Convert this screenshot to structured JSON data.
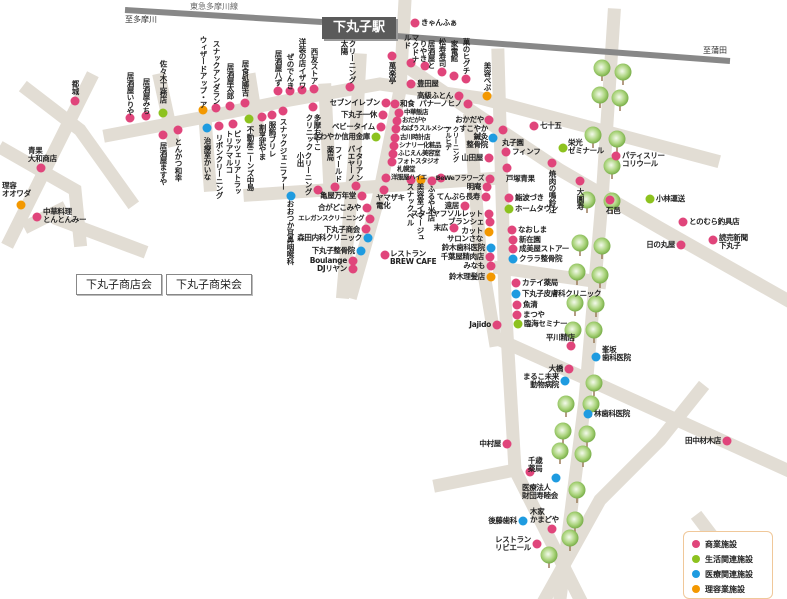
{
  "railway": {
    "line_name": "東急多摩川線",
    "station": "下丸子駅",
    "to_west": "至多摩川",
    "to_east": "至蒲田"
  },
  "associations": [
    "下丸子商店会",
    "下丸子商栄会"
  ],
  "legend": [
    {
      "label": "商業施設",
      "color": "#e0457b"
    },
    {
      "label": "生活関連施設",
      "color": "#8dc21f"
    },
    {
      "label": "医療関連施設",
      "color": "#1e9be0"
    },
    {
      "label": "理容業施設",
      "color": "#f39800"
    }
  ],
  "colors": {
    "road": "#e2ddd4",
    "rail": "#888888",
    "tree": "#8fc25a"
  },
  "places": [
    {
      "name": "都城",
      "cat": 0
    },
    {
      "name": "居酒屋いりや",
      "cat": 0
    },
    {
      "name": "居酒屋みち",
      "cat": 0
    },
    {
      "name": "佐々木工務店",
      "cat": 1
    },
    {
      "name": "ウィザードアップ・ア",
      "cat": 3
    },
    {
      "name": "スナックアンダラン",
      "cat": 0
    },
    {
      "name": "居酒屋太郎",
      "cat": 0
    },
    {
      "name": "居食処勝吉",
      "cat": 0
    },
    {
      "name": "居酒屋八ず",
      "cat": 0
    },
    {
      "name": "ぜのでんき",
      "cat": 0
    },
    {
      "name": "洋装の店イザワ",
      "cat": 0
    },
    {
      "name": "西友ストア",
      "cat": 0
    },
    {
      "name": "クリーニング太陽",
      "cat": 0
    },
    {
      "name": "萬楽亭",
      "cat": 0
    },
    {
      "name": "居酒屋ますや",
      "cat": 0
    },
    {
      "name": "とんかつ和幸",
      "cat": 0
    },
    {
      "name": "治療室かいな",
      "cat": 2
    },
    {
      "name": "リボンクリーニング",
      "cat": 0
    },
    {
      "name": "ピッツェリアトラットリアマルコ",
      "cat": 0
    },
    {
      "name": "不動産ニーンズ中島",
      "cat": 1
    },
    {
      "name": "割烹武やま",
      "cat": 0
    },
    {
      "name": "服飾ブリレ",
      "cat": 0
    },
    {
      "name": "スナックジェニファー",
      "cat": 0
    },
    {
      "name": "多摩おやこクリニック",
      "cat": 0
    },
    {
      "name": "クリーニング小出",
      "cat": 0
    },
    {
      "name": "フィールド薬局",
      "cat": 0
    },
    {
      "name": "イタリアンパエヤーノ",
      "cat": 0
    },
    {
      "name": "セブンイレブン",
      "cat": 0
    },
    {
      "name": "下丸子一休",
      "cat": 0
    },
    {
      "name": "ベビータイム",
      "cat": 0
    },
    {
      "name": "さわやか信用金庫",
      "cat": 1
    },
    {
      "name": "和食",
      "cat": 0
    },
    {
      "name": "中華飯店",
      "cat": 0
    },
    {
      "name": "おだがや",
      "cat": 0
    },
    {
      "name": "ねばうスルメシー",
      "cat": 0
    },
    {
      "name": "古川時計店",
      "cat": 0
    },
    {
      "name": "シナリー化粧品",
      "cat": 0
    },
    {
      "name": "ふじえん美容室",
      "cat": 0
    },
    {
      "name": "フォトスタジオ札幌堂",
      "cat": 0
    },
    {
      "name": "洋服屋ハイエ",
      "cat": 0
    },
    {
      "name": "美容室イマージュ",
      "cat": 3
    },
    {
      "name": "スナックベル",
      "cat": 0
    },
    {
      "name": "ふるや米店",
      "cat": 0
    },
    {
      "name": "ヤマザキ電化",
      "cat": 0
    },
    {
      "name": "亀屋万年堂",
      "cat": 0
    },
    {
      "name": "合がどこみや",
      "cat": 0
    },
    {
      "name": "エレガンスクリーニング",
      "cat": 0
    },
    {
      "name": "下丸子商会",
      "cat": 0
    },
    {
      "name": "森田内科クリニック",
      "cat": 2
    },
    {
      "name": "下丸子整骨院",
      "cat": 2
    },
    {
      "name": "Boulange",
      "cat": 0
    },
    {
      "name": "DJリヤン",
      "cat": 0
    },
    {
      "name": "おおつか耳鼻咽喉科",
      "cat": 2
    },
    {
      "name": "レストラン\nBREW CAFE",
      "cat": 0
    },
    {
      "name": "きゃんふぁ",
      "cat": 0
    },
    {
      "name": "マクドナルド",
      "cat": 0
    },
    {
      "name": "居酒屋とりやき",
      "cat": 0
    },
    {
      "name": "松寿寿司",
      "cat": 0
    },
    {
      "name": "家電館",
      "cat": 0
    },
    {
      "name": "菓のヒグチ",
      "cat": 0
    },
    {
      "name": "豊田屋",
      "cat": 0
    },
    {
      "name": "高級ふとん",
      "cat": 0
    },
    {
      "name": "美容ぺぷ",
      "cat": 3
    },
    {
      "name": "パナーノヒノ",
      "cat": 0
    },
    {
      "name": "おかだや",
      "cat": 0
    },
    {
      "name": "すこやか\n鍼灸\n整骨院",
      "cat": 2
    },
    {
      "name": "クリーニングアルヒデ",
      "cat": 0
    },
    {
      "name": "山田屋",
      "cat": 0
    },
    {
      "name": "丸子園",
      "cat": 0
    },
    {
      "name": "七十五",
      "cat": 0
    },
    {
      "name": "フィンフ",
      "cat": 0
    },
    {
      "name": "栄光\nゼミナール",
      "cat": 1
    },
    {
      "name": "パティスリー\nコリウール",
      "cat": 0
    },
    {
      "name": "焼肉の鳴鈴江",
      "cat": 0
    },
    {
      "name": "戸塚青果",
      "cat": 0
    },
    {
      "name": "大圓寿",
      "cat": 0
    },
    {
      "name": "石邑",
      "cat": 0
    },
    {
      "name": "小林運送",
      "cat": 1
    },
    {
      "name": "とのむら釣具店",
      "cat": 0
    },
    {
      "name": "日の丸屋",
      "cat": 0
    },
    {
      "name": "読売新聞\n下丸子",
      "cat": 0
    },
    {
      "name": "BeWeフラワーズ",
      "cat": 0
    },
    {
      "name": "明庵",
      "cat": 0
    },
    {
      "name": "てんぷら長寿",
      "cat": 0
    },
    {
      "name": "遠居",
      "cat": 0
    },
    {
      "name": "スターヤフソルレット",
      "cat": 0
    },
    {
      "name": "ブランシェ",
      "cat": 0
    },
    {
      "name": "末広",
      "cat": 0
    },
    {
      "name": "カット\nサロンさな",
      "cat": 3
    },
    {
      "name": "鈴木歯科医院",
      "cat": 2
    },
    {
      "name": "千葉屋精肉店",
      "cat": 0
    },
    {
      "name": "みなも",
      "cat": 0
    },
    {
      "name": "鈴木理髪店",
      "cat": 3
    },
    {
      "name": "鮨波づき",
      "cat": 0
    },
    {
      "name": "ホームタウン",
      "cat": 1
    },
    {
      "name": "なおしま",
      "cat": 0
    },
    {
      "name": "新在園",
      "cat": 0
    },
    {
      "name": "成美屋ストアー",
      "cat": 0
    },
    {
      "name": "クララ整骨院",
      "cat": 2
    },
    {
      "name": "カテイ薬局",
      "cat": 0
    },
    {
      "name": "下丸子皮膚科クリニック",
      "cat": 2
    },
    {
      "name": "魚清",
      "cat": 0
    },
    {
      "name": "まつや",
      "cat": 0
    },
    {
      "name": "臨海セミナー",
      "cat": 1
    },
    {
      "name": "Jajido",
      "cat": 0
    },
    {
      "name": "平川精店",
      "cat": 0
    },
    {
      "name": "大橋",
      "cat": 0
    },
    {
      "name": "まるこ未来\n動物病院",
      "cat": 2
    },
    {
      "name": "峯坂\n歯科医院",
      "cat": 2
    },
    {
      "name": "林歯科医院",
      "cat": 2
    },
    {
      "name": "中村屋",
      "cat": 0
    },
    {
      "name": "千歳\n薬局",
      "cat": 0
    },
    {
      "name": "医療法人\n財団寿睦会",
      "cat": 2
    },
    {
      "name": "木家\nかまどや",
      "cat": 0
    },
    {
      "name": "後藤歯科",
      "cat": 2
    },
    {
      "name": "レストラン\nリビエール",
      "cat": 0
    },
    {
      "name": "田中材木店",
      "cat": 0
    },
    {
      "name": "青果\n大和商店",
      "cat": 0
    },
    {
      "name": "理容\nオオワダ",
      "cat": 3
    },
    {
      "name": "中華料理\nとんとんみー",
      "cat": 0
    }
  ]
}
